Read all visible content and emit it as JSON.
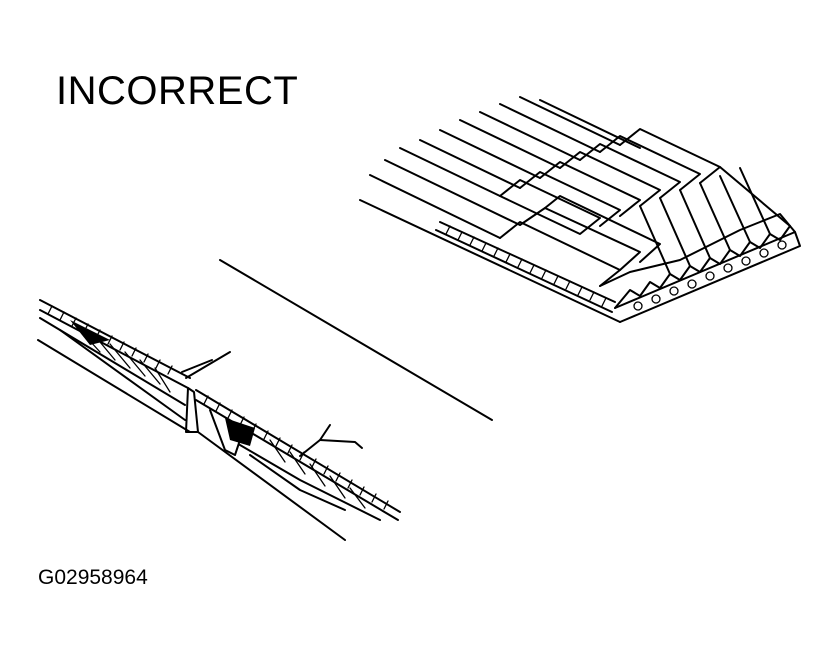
{
  "labels": {
    "title": "INCORRECT",
    "figure_id": "G02958964"
  },
  "illustrations": [
    {
      "name": "belt-separated-ribs"
    },
    {
      "name": "belt-cracked-cross-section"
    }
  ],
  "colors": {
    "ink": "#000000",
    "background": "#ffffff"
  }
}
